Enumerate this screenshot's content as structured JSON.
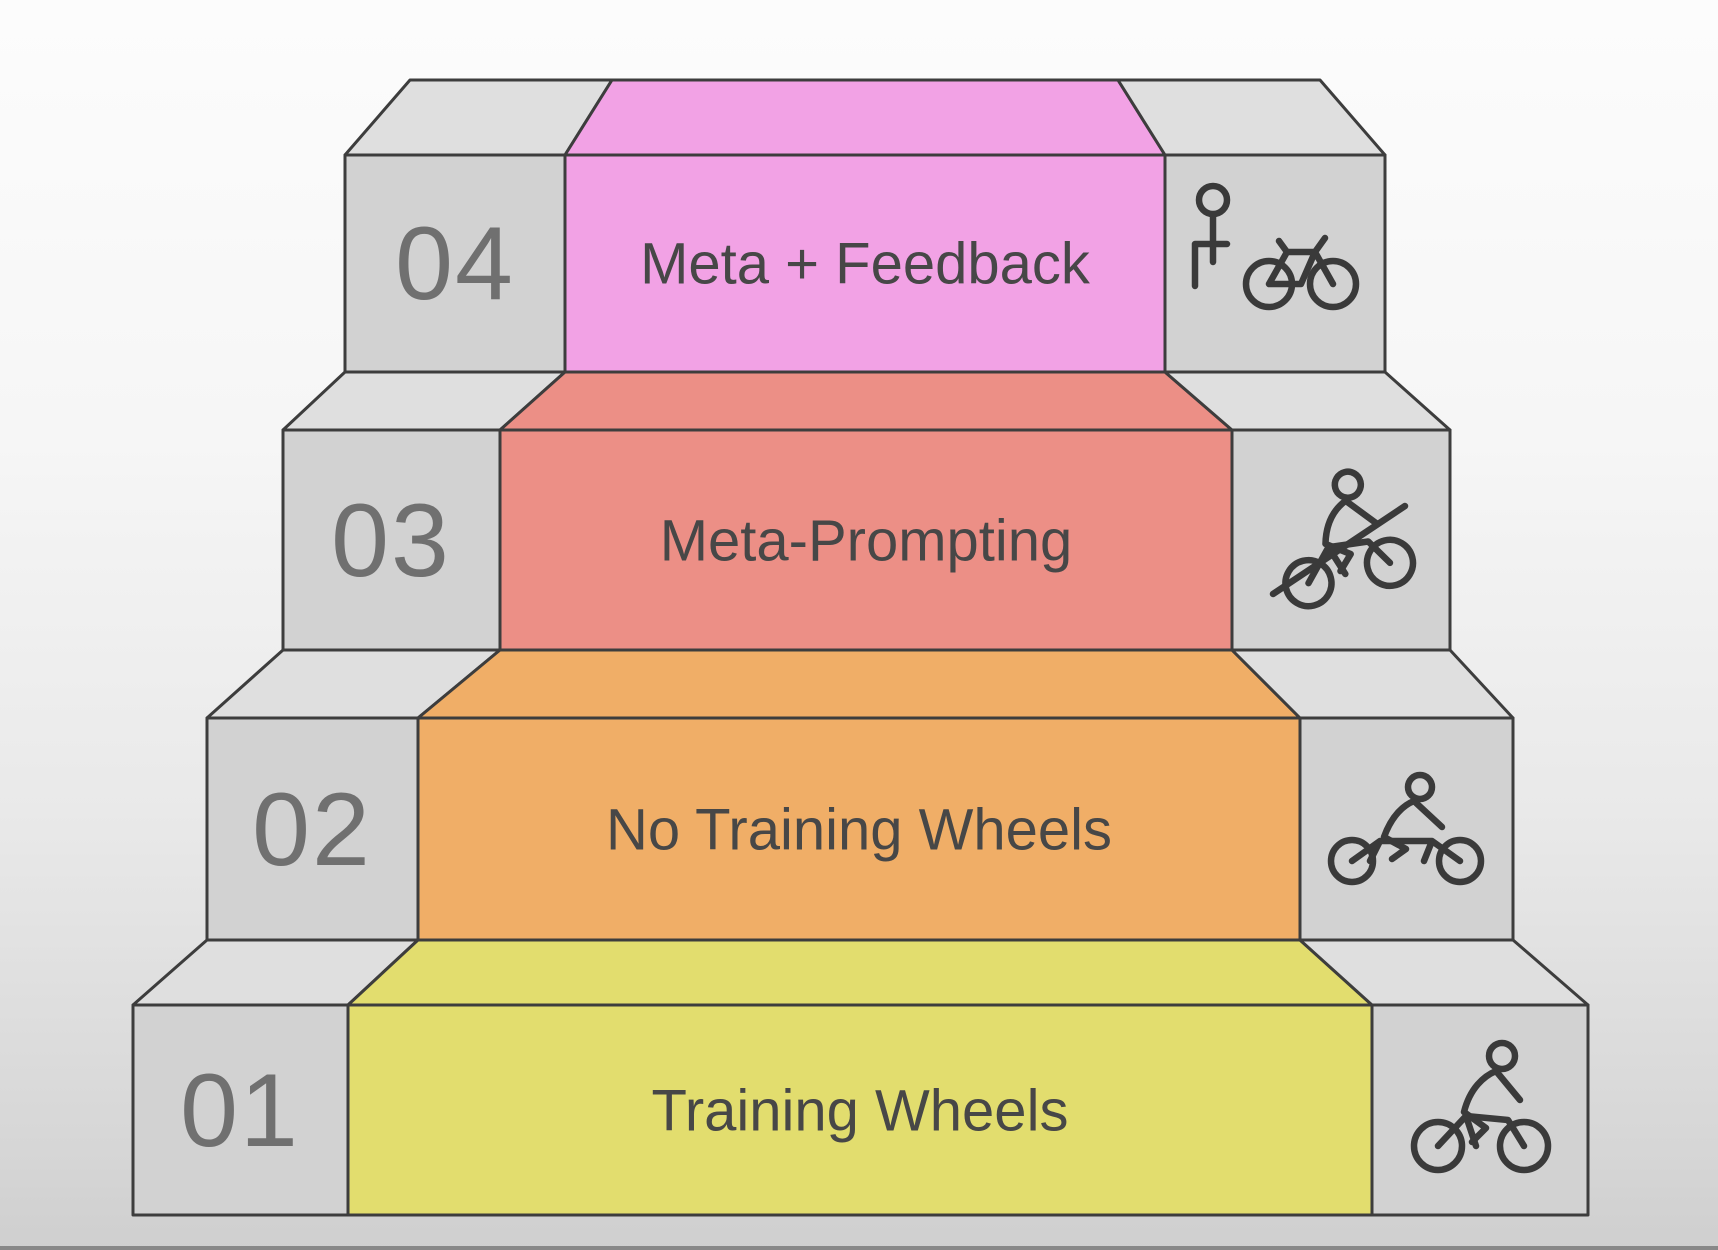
{
  "colors": {
    "level_4_band": "#f2a2e5",
    "level_3_band": "#ec8f86",
    "level_2_band": "#f0ae67",
    "level_1_band": "#e2dd6e",
    "block_gray_front": "#d2d2d2",
    "block_gray_top": "#dfdfdf",
    "outline": "#3d3d3d",
    "number_text": "#707070",
    "label_text": "#474747",
    "background_top": "#fcfcfc",
    "background_bottom": "#cfcfcf"
  },
  "levels": [
    {
      "number": "04",
      "label": "Meta + Feedback",
      "color": "#f2a2e5",
      "icon": "person-standing-with-bicycle-icon"
    },
    {
      "number": "03",
      "label": "Meta-Prompting",
      "color": "#ec8f86",
      "icon": "cyclist-riding-uphill-icon"
    },
    {
      "number": "02",
      "label": "No Training Wheels",
      "color": "#f0ae67",
      "icon": "cyclist-long-bicycle-icon"
    },
    {
      "number": "01",
      "label": "Training Wheels",
      "color": "#e2dd6e",
      "icon": "cyclist-riding-bicycle-icon"
    }
  ]
}
